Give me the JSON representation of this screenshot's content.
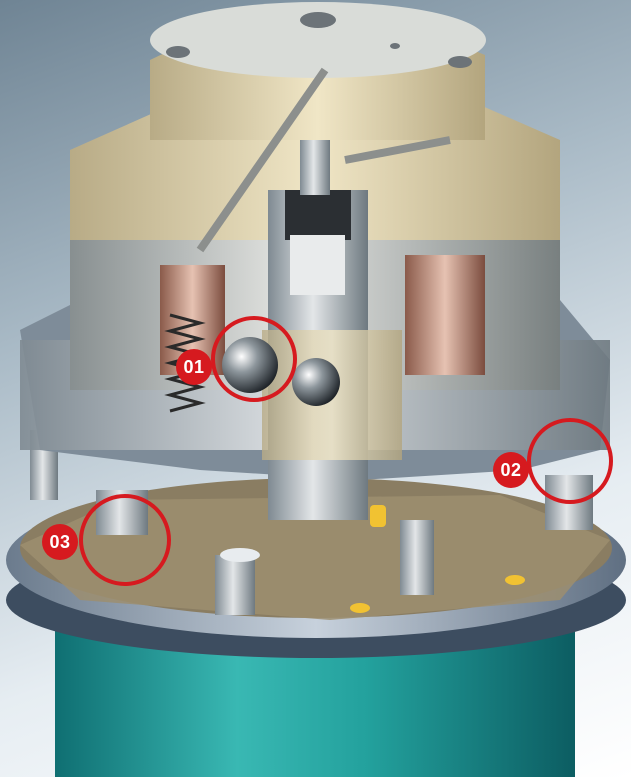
{
  "callouts": [
    {
      "label": "01"
    },
    {
      "label": "02"
    },
    {
      "label": "03"
    }
  ],
  "colors": {
    "callout_red": "#d61a1f",
    "housing_teal": "#1f9a99",
    "background_blue_gray": "#8fa3b3"
  }
}
